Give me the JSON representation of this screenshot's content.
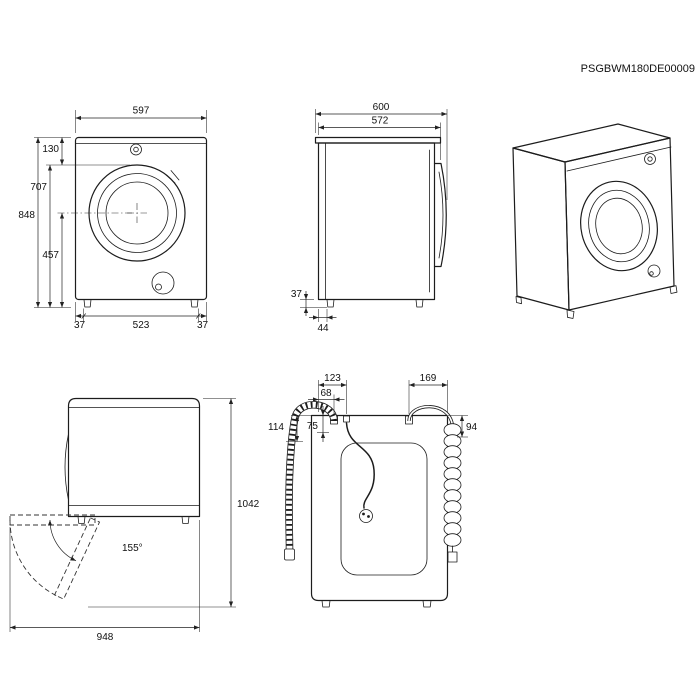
{
  "title": "PSGBWM180DE00009",
  "colors": {
    "line": "#1c1c1c",
    "background": "#ffffff"
  },
  "views": {
    "front": {
      "dims": {
        "width": "597",
        "top_to_door_top": "130",
        "door_top_to_floor": "707",
        "height": "848",
        "door_center_to_floor": "457",
        "left_foot_inset": "37",
        "feet_spacing": "523",
        "right_foot_inset": "37"
      }
    },
    "side": {
      "dims": {
        "depth_total": "600",
        "depth_body": "572",
        "plinth_height": "37",
        "rear_foot_offset": "44"
      }
    },
    "door_open": {
      "dims": {
        "opening_angle": "155°",
        "clearance_height": "1042",
        "depth_door_open": "948"
      }
    },
    "rear": {
      "dims": {
        "power_cord_offset": "123",
        "drain_hose_offset": "68",
        "inlet_hose_offset": "169",
        "left_drop": "114",
        "center_drop": "75",
        "right_drop": "94"
      }
    }
  }
}
